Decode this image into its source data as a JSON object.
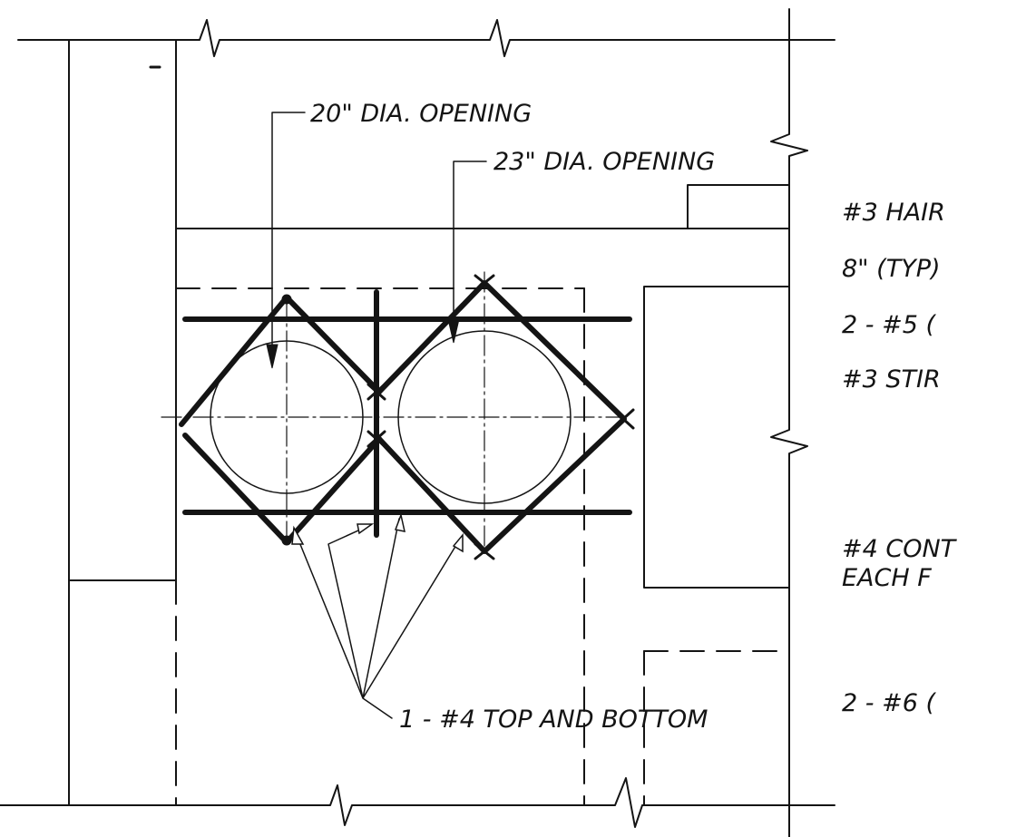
{
  "drawing": {
    "labels": {
      "opening_20": "20\" DIA. OPENING",
      "opening_23": "23\" DIA. OPENING",
      "bars_top_bottom": "1 - #4 TOP AND BOTTOM"
    },
    "side_notes": [
      "#3 HAIR",
      "8\" (TYP)",
      "2 - #5 (",
      "#3 STIR",
      "#4 CONT",
      "EACH F",
      "2 - #6 ("
    ]
  }
}
